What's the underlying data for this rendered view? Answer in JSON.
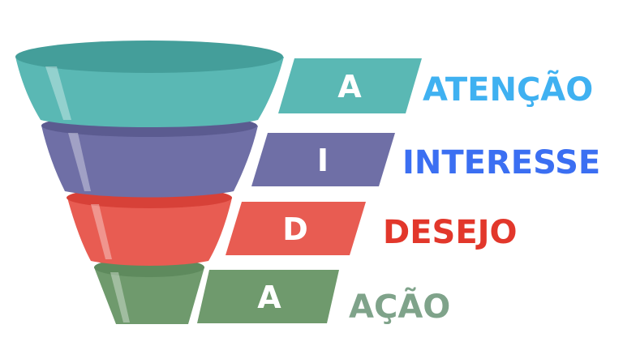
{
  "stages": [
    {
      "letter": "A",
      "label": "ATENÇÃO",
      "color": "#5ab8b4",
      "rim": "#449e9a",
      "label_color": "#3fb1f1"
    },
    {
      "letter": "I",
      "label": "INTERESSE",
      "color": "#6f6fa6",
      "rim": "#5b5b90",
      "label_color": "#3b6ff2"
    },
    {
      "letter": "D",
      "label": "DESEJO",
      "color": "#e85c52",
      "rim": "#d74138",
      "label_color": "#e2372b"
    },
    {
      "letter": "A",
      "label": "AÇÃO",
      "color": "#6f9a6d",
      "rim": "#5e8a5d",
      "label_color": "#7fa38a"
    }
  ]
}
